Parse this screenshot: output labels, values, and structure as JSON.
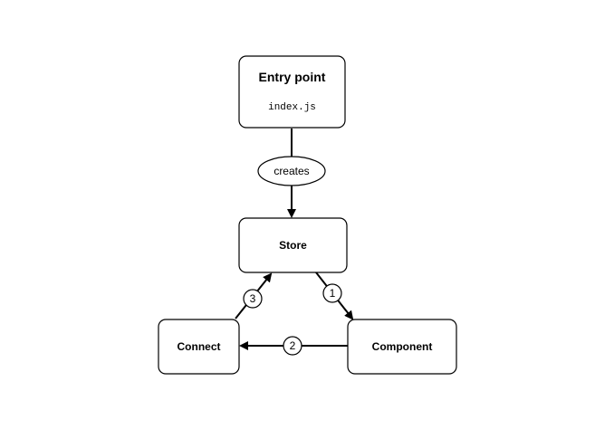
{
  "diagram": {
    "entry": {
      "title": "Entry point",
      "subtitle": "index.js"
    },
    "store": {
      "title": "Store"
    },
    "connect": {
      "title": "Connect"
    },
    "component": {
      "title": "Component"
    },
    "edges": {
      "creates": "creates",
      "step1": "1",
      "step2": "2",
      "step3": "3"
    }
  }
}
